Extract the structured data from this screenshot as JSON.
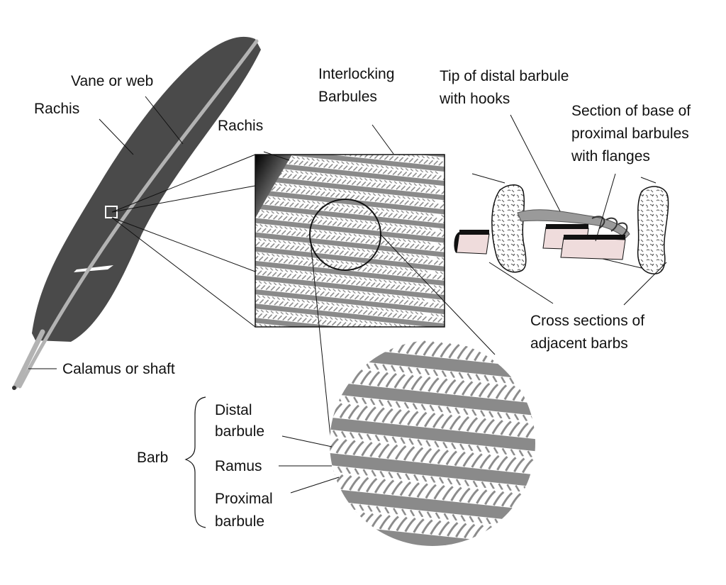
{
  "labels": {
    "vane": "Vane or web",
    "rachis_main": "Rachis",
    "rachis_zoom": "Rachis",
    "interlocking_1": "Interlocking",
    "interlocking_2": "Barbules",
    "tip_1": "Tip of distal barbule",
    "tip_2": "with hooks",
    "section_1": "Section of base of",
    "section_2": "proximal barbules",
    "section_3": "with flanges",
    "cross_1": "Cross sections of",
    "cross_2": "adjacent barbs",
    "calamus": "Calamus or shaft",
    "barb": "Barb",
    "distal_1": "Distal",
    "distal_2": "barbule",
    "ramus": "Ramus",
    "proximal_1": "Proximal",
    "proximal_2": "barbule"
  },
  "colors": {
    "feather": "#4a4a4a",
    "rachis": "#b3b3b3",
    "barb": "#8a8a8a",
    "line": "#111111",
    "flange": "#efdcdc"
  },
  "icons": [
    "feather-icon",
    "magnifier-circle-icon",
    "hook-icon"
  ]
}
